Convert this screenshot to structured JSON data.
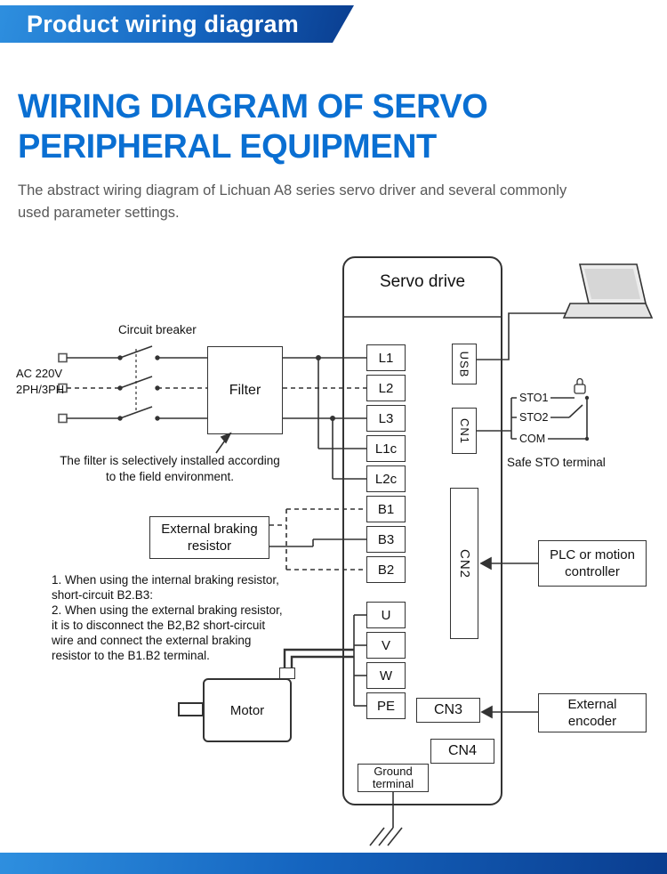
{
  "banner": {
    "title": "Product wiring diagram"
  },
  "heading": {
    "line1": "WIRING DIAGRAM OF SERVO",
    "line2": "PERIPHERAL EQUIPMENT"
  },
  "intro": {
    "line1": "The abstract wiring diagram of Lichuan A8 series servo driver and several commonly",
    "line2": "used parameter settings."
  },
  "diagram": {
    "servo_drive_title": "Servo drive",
    "terminals": [
      "L1",
      "L2",
      "L3",
      "L1c",
      "L2c",
      "B1",
      "B3",
      "B2"
    ],
    "motor_terminals": [
      "U",
      "V",
      "W",
      "PE"
    ],
    "connectors": {
      "usb": "USB",
      "cn1": "CN1",
      "cn2": "CN2",
      "cn3": "CN3",
      "cn4": "CN4"
    },
    "labels": {
      "circuit_breaker": "Circuit breaker",
      "ac_supply_line1": "AC 220V",
      "ac_supply_line2": "2PH/3PH",
      "filter": "Filter",
      "filter_note_line1": "The filter is selectively installed according",
      "filter_note_line2": "to the field environment.",
      "braking_resistor_line1": "External braking",
      "braking_resistor_line2": "resistor",
      "sto1": "STO1",
      "sto2": "STO2",
      "com": "COM",
      "safe_sto": "Safe STO terminal",
      "plc_line1": "PLC or motion",
      "plc_line2": "controller",
      "encoder_line1": "External",
      "encoder_line2": "encoder",
      "motor": "Motor",
      "ground_line1": "Ground",
      "ground_line2": "terminal"
    },
    "notes": [
      "1. When using the internal braking resistor,",
      "short-circuit B2.B3:",
      "2. When using the external braking resistor,",
      "it is to disconnect the B2,B2 short-circuit",
      "wire and connect the external braking",
      "resistor to the B1.B2 terminal."
    ]
  },
  "colors": {
    "banner_start": "#2e8fdf",
    "banner_end": "#0a3d8f",
    "heading_blue": "#0a6fd2",
    "wire": "#333333"
  }
}
